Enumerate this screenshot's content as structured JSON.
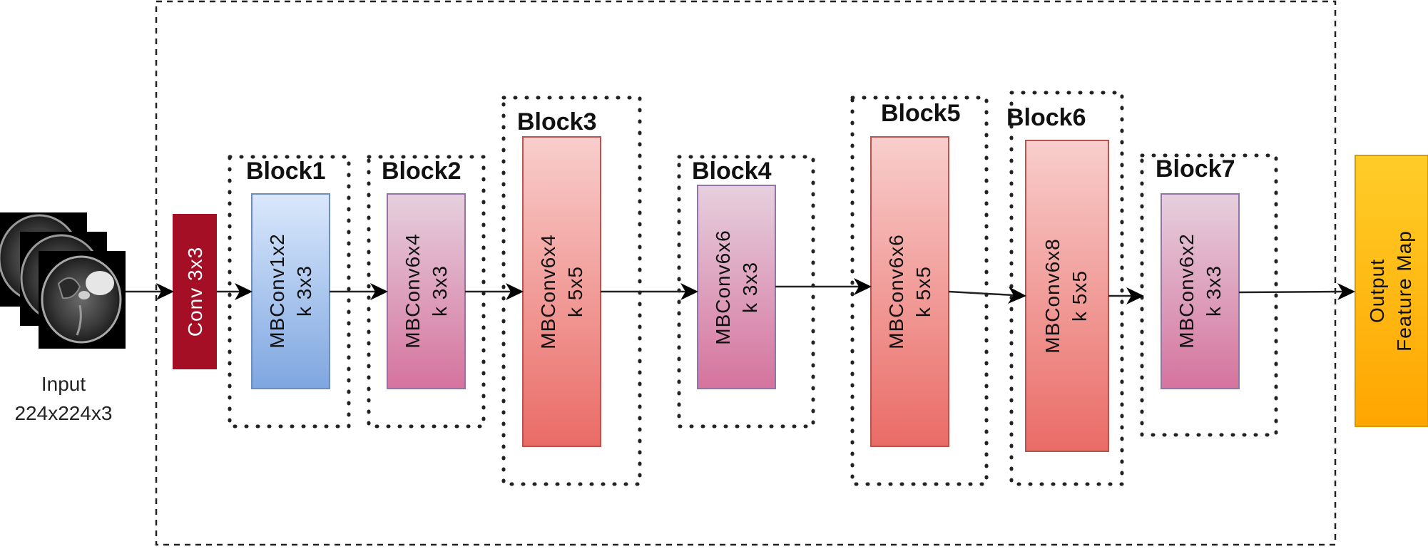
{
  "input": {
    "label_line1": "Input",
    "label_line2": "224x224x3"
  },
  "stem": {
    "label": "Conv 3x3",
    "color": "#a50f26"
  },
  "blocks": [
    {
      "title": "Block1",
      "line1": "MBConv1x2",
      "line2": "k 3x3",
      "gradient": [
        "#dae8fc",
        "#7ea6e0"
      ]
    },
    {
      "title": "Block2",
      "line1": "MBConv6x4",
      "line2": "k 3x3",
      "gradient": [
        "#e6d0de",
        "#d5739d"
      ]
    },
    {
      "title": "Block3",
      "line1": "MBConv6x4",
      "line2": "k 5x5",
      "gradient": [
        "#f8cecc",
        "#ea6b66"
      ]
    },
    {
      "title": "Block4",
      "line1": "MBConv6x6",
      "line2": "k 3x3",
      "gradient": [
        "#e6d0de",
        "#d5739d"
      ]
    },
    {
      "title": "Block5",
      "line1": "MBConv6x6",
      "line2": "k 5x5",
      "gradient": [
        "#f8cecc",
        "#ea6b66"
      ]
    },
    {
      "title": "Block6",
      "line1": "MBConv6x8",
      "line2": "k 5x5",
      "gradient": [
        "#f8cecc",
        "#ea6b66"
      ]
    },
    {
      "title": "Block7",
      "line1": "MBConv6x2",
      "line2": "k 3x3",
      "gradient": [
        "#e6d0de",
        "#d5739d"
      ]
    }
  ],
  "output": {
    "line1": "Output",
    "line2": "Feature Map",
    "gradient": [
      "#ffcd28",
      "#ffa500"
    ]
  }
}
